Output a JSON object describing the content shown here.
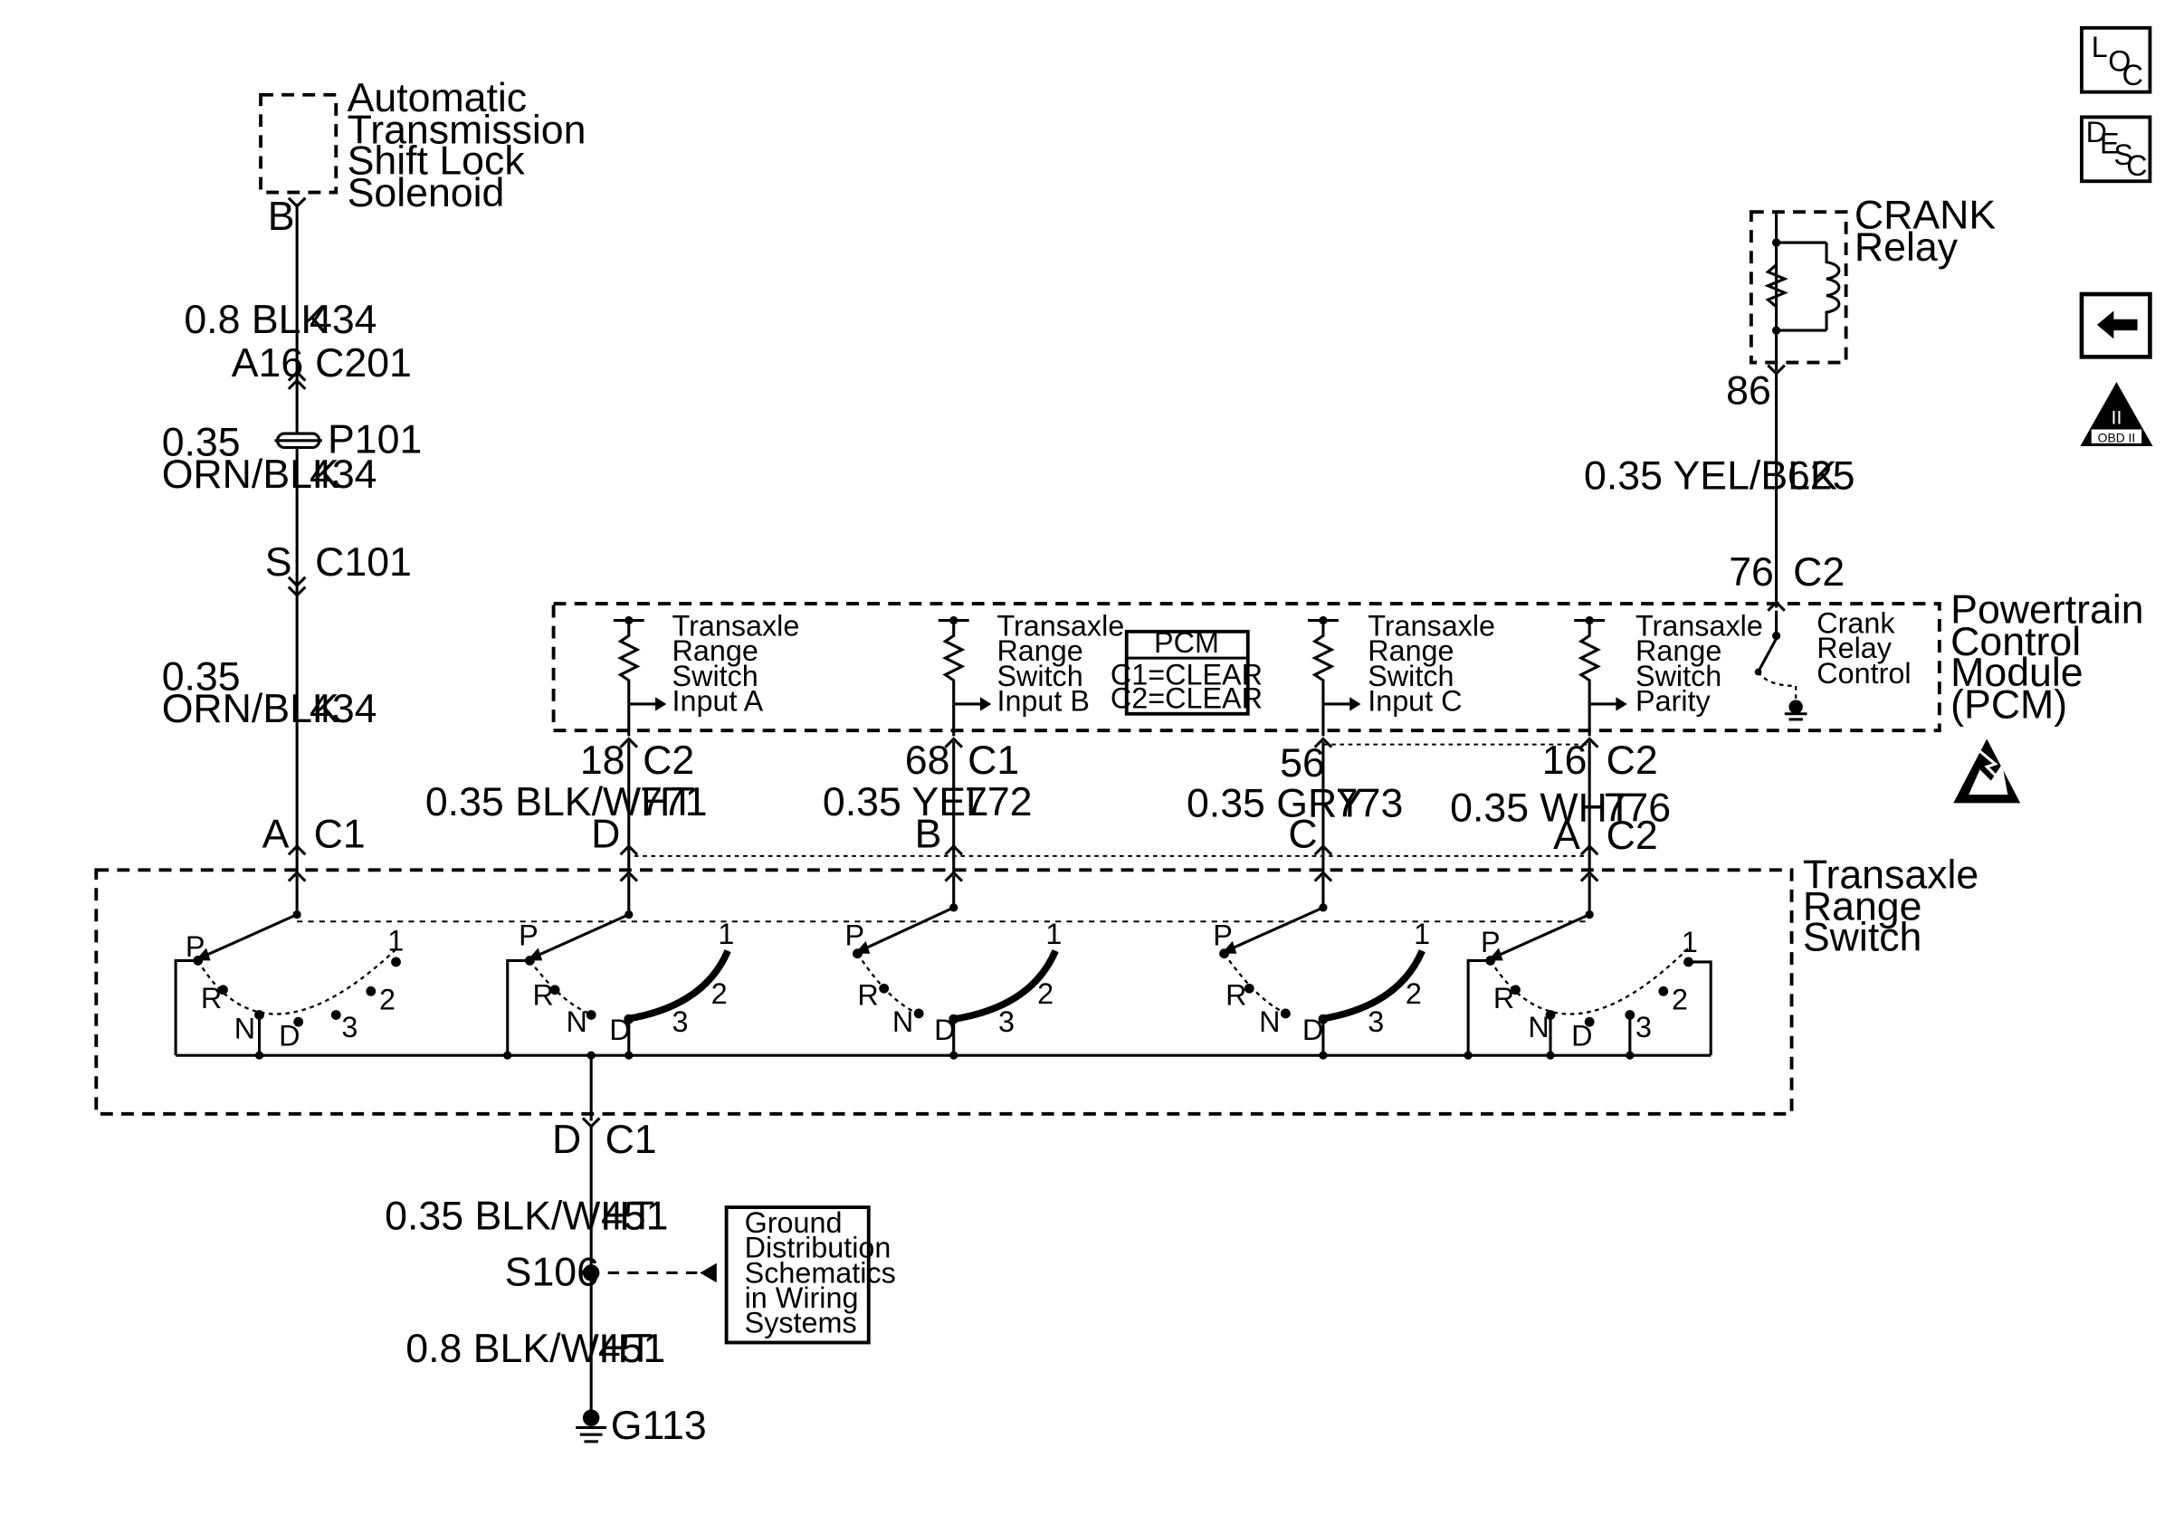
{
  "components": {
    "shift_lock_solenoid": [
      "Automatic",
      "Transmission",
      "Shift Lock",
      "Solenoid"
    ],
    "crank_relay": [
      "CRANK",
      "Relay"
    ],
    "pcm": [
      "Powertrain",
      "Control",
      "Module",
      "(PCM)"
    ],
    "range_switch": [
      "Transaxle",
      "Range",
      "Switch"
    ],
    "ground_ref": [
      "Ground",
      "Distribution",
      "Schematics",
      "in Wiring",
      "Systems"
    ]
  },
  "pcm_inputs": [
    [
      "Transaxle",
      "Range",
      "Switch",
      "Input A"
    ],
    [
      "Transaxle",
      "Range",
      "Switch",
      "Input B"
    ],
    [
      "Transaxle",
      "Range",
      "Switch",
      "Input C"
    ],
    [
      "Transaxle",
      "Range",
      "Switch",
      "Parity"
    ]
  ],
  "crank_control": [
    "Crank",
    "Relay",
    "Control"
  ],
  "pcm_box": {
    "title": "PCM",
    "line1": "C1=CLEAR",
    "line2": "C2=CLEAR"
  },
  "left_circuit": {
    "sol_pin": "B",
    "w1_size": "0.8 BLK",
    "w1_circuit": "434",
    "c201_pin": "A16",
    "c201": "C201",
    "p101_size": "0.35",
    "p101": "P101",
    "w2_color": "ORN/BLK",
    "w2_circuit": "434",
    "c101_pin": "S",
    "c101": "C101",
    "w3_size": "0.35",
    "w3_color": "ORN/BLK",
    "w3_circuit": "434",
    "trs_pin": "A",
    "trs_conn": "C1"
  },
  "switch_circuits": [
    {
      "pcm_pin": "18",
      "pcm_conn": "C2",
      "wire": "0.35 BLK/WHT",
      "circuit": "771",
      "trs_pin": "D"
    },
    {
      "pcm_pin": "68",
      "pcm_conn": "C1",
      "wire": "0.35 YEL",
      "circuit": "772",
      "trs_pin": "B"
    },
    {
      "pcm_pin": "56",
      "pcm_conn": "",
      "wire": "0.35 GRY",
      "circuit": "773",
      "trs_pin": "C"
    },
    {
      "pcm_pin": "16",
      "pcm_conn": "C2",
      "wire": "0.35 WHT",
      "circuit": "776",
      "trs_pin": "A",
      "trs_conn": "C2"
    }
  ],
  "crank_circuit": {
    "relay_pin": "86",
    "wire": "0.35 YEL/BLK",
    "circuit": "625",
    "pcm_pin": "76",
    "pcm_conn": "C2"
  },
  "ground_circuit": {
    "trs_pin": "D",
    "trs_conn": "C1",
    "w1": "0.35 BLK/WHT",
    "c1": "451",
    "splice": "S106",
    "w2": "0.8 BLK/WHT",
    "c2": "451",
    "ground": "G113"
  },
  "positions": [
    "P",
    "R",
    "N",
    "D",
    "3",
    "2",
    "1"
  ],
  "nav": {
    "loc": [
      "L",
      "O",
      "C"
    ],
    "desc": [
      "D",
      "E",
      "S",
      "C"
    ],
    "obd": [
      "II",
      "OBD II"
    ]
  },
  "icons": [
    "loc-icon",
    "desc-icon",
    "back-arrow-icon",
    "obd-ii-icon",
    "esd-sensitive-icon"
  ]
}
